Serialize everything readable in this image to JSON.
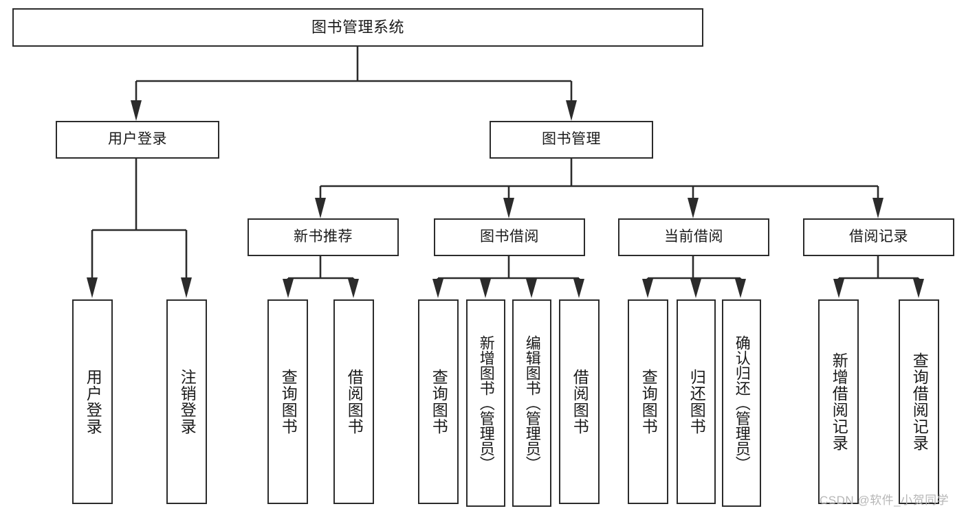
{
  "diagram": {
    "type": "tree-hierarchy",
    "title": "图书管理系统",
    "root": {
      "label": "图书管理系统"
    },
    "level2": [
      {
        "id": "user-login",
        "label": "用户登录"
      },
      {
        "id": "book-management",
        "label": "图书管理"
      }
    ],
    "level3": [
      {
        "id": "new-book-recommend",
        "label": "新书推荐",
        "parent": "book-management"
      },
      {
        "id": "book-borrow",
        "label": "图书借阅",
        "parent": "book-management"
      },
      {
        "id": "current-borrow",
        "label": "当前借阅",
        "parent": "book-management"
      },
      {
        "id": "borrow-record",
        "label": "借阅记录",
        "parent": "book-management"
      }
    ],
    "leaves": [
      {
        "id": "leaf-user-login",
        "label": "用户登录",
        "parent": "user-login"
      },
      {
        "id": "leaf-user-logout",
        "label": "注销登录",
        "parent": "user-login"
      },
      {
        "id": "leaf-query-book-1",
        "label": "查询图书",
        "parent": "new-book-recommend"
      },
      {
        "id": "leaf-borrow-book-1",
        "label": "借阅图书",
        "parent": "new-book-recommend"
      },
      {
        "id": "leaf-query-book-2",
        "label": "查询图书",
        "parent": "book-borrow"
      },
      {
        "id": "leaf-add-book",
        "label": "新增图书（管理员）",
        "parent": "book-borrow"
      },
      {
        "id": "leaf-edit-book",
        "label": "编辑图书（管理员）",
        "parent": "book-borrow"
      },
      {
        "id": "leaf-borrow-book-2",
        "label": "借阅图书",
        "parent": "book-borrow"
      },
      {
        "id": "leaf-query-book-3",
        "label": "查询图书",
        "parent": "current-borrow"
      },
      {
        "id": "leaf-return-book",
        "label": "归还图书",
        "parent": "current-borrow"
      },
      {
        "id": "leaf-confirm-return",
        "label": "确认归还（管理员）",
        "parent": "current-borrow"
      },
      {
        "id": "leaf-add-record",
        "label": "新增借阅记录",
        "parent": "borrow-record"
      },
      {
        "id": "leaf-query-record",
        "label": "查询借阅记录",
        "parent": "borrow-record"
      }
    ],
    "colors": {
      "stroke": "#2b2b2b",
      "fill": "#ffffff",
      "text": "#1a1a1a",
      "watermark": "#b6b6b6"
    }
  },
  "watermark": {
    "text": "CSDN @软件_小贺同学"
  }
}
